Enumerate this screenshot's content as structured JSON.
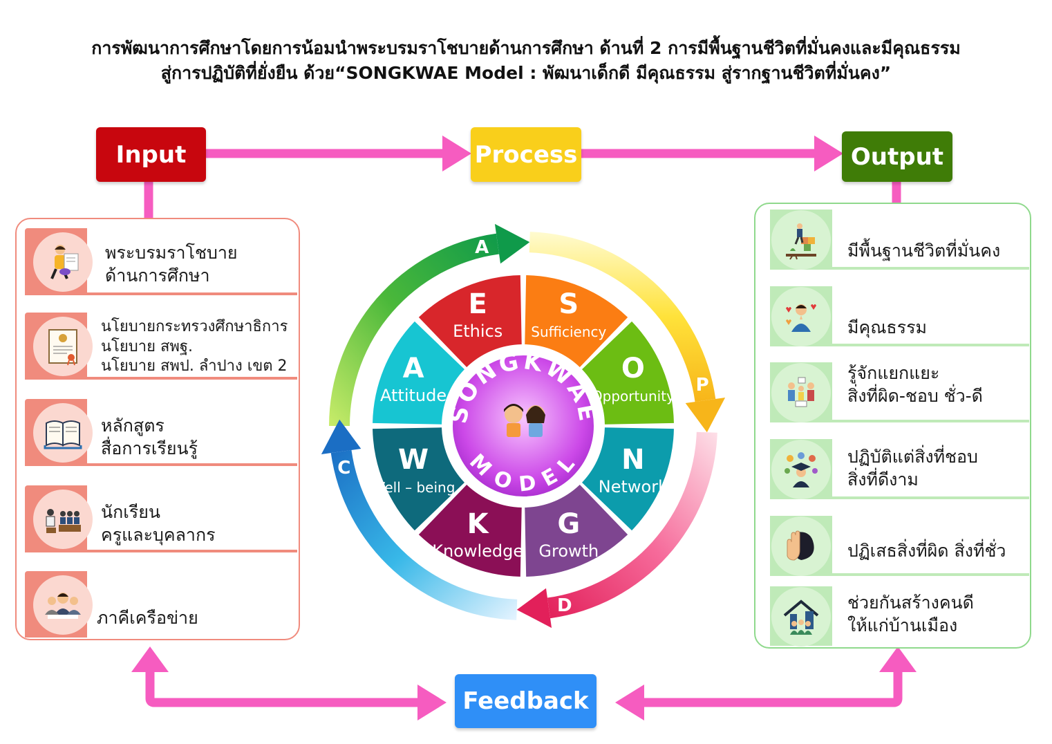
{
  "title": {
    "line1": "การพัฒนาการศึกษาโดยการน้อมนำพระบรมราโชบายด้านการศึกษา ด้านที่ 2 การมีพื้นฐานชีวิตที่มั่นคงและมีคุณธรรม",
    "line2": "สู่การปฏิบัติที่ยั่งยืน ด้วย“SONGKWAE Model : พัฒนาเด็กดี มีคุณธรรม สู่รากฐานชีวิตที่มั่นคง”"
  },
  "stages": {
    "input": "Input",
    "process": "Process",
    "output": "Output",
    "feedback": "Feedback"
  },
  "colors": {
    "input": "#c8060e",
    "process": "#f9cf1b",
    "output": "#3f7c07",
    "feedback": "#2f8ff7",
    "arrow": "#f65cc0",
    "input_panel": "#f08b7d",
    "output_panel": "#8fd98c"
  },
  "inputs": [
    {
      "lines": [
        "พระบรมราโชบาย",
        "ด้านการศึกษา"
      ],
      "icon": "teacher-reading-icon"
    },
    {
      "lines": [
        "นโยบายกระทรวงศึกษาธิการ",
        "นโยบาย สพฐ.",
        "นโยบาย สพป. ลำปาง เขต 2"
      ],
      "icon": "certificate-icon"
    },
    {
      "lines": [
        "หลักสูตร",
        "สื่อการเรียนรู้"
      ],
      "icon": "open-book-icon"
    },
    {
      "lines": [
        "นักเรียน",
        "ครูและบุคลากร"
      ],
      "icon": "students-icon"
    },
    {
      "lines": [
        "ภาคีเครือข่าย"
      ],
      "icon": "partners-icon"
    }
  ],
  "outputs": [
    {
      "lines": [
        "มีพื้นฐานชีวิตที่มั่นคง"
      ],
      "icon": "climbing-person-icon"
    },
    {
      "lines": [
        "มีคุณธรรม"
      ],
      "icon": "praying-person-hearts-icon"
    },
    {
      "lines": [
        "รู้จักแยกแยะ",
        "สิ่งที่ผิด-ชอบ ชั่ว-ดี"
      ],
      "icon": "discussion-icon"
    },
    {
      "lines": [
        "ปฏิบัติแต่สิ่งที่ชอบ",
        "สิ่งที่ดีงาม"
      ],
      "icon": "graduate-icon"
    },
    {
      "lines": [
        "ปฏิเสธสิ่งที่ผิด สิ่งที่ชั่ว"
      ],
      "icon": "stop-hand-icon"
    },
    {
      "lines": [
        "ช่วยกันสร้างคนดี",
        "ให้แก่บ้านเมือง"
      ],
      "icon": "community-house-icon"
    }
  ],
  "wheel": {
    "center_top": "SONGKWAE",
    "center_bottom": "MODEL",
    "segments": [
      {
        "letter": "S",
        "word": "Sufficiency",
        "color": "#fb7d13"
      },
      {
        "letter": "O",
        "word": "Opportunity",
        "color": "#6cbd13"
      },
      {
        "letter": "N",
        "word": "Network",
        "color": "#0c9cac"
      },
      {
        "letter": "G",
        "word": "Growth",
        "color": "#7e4590"
      },
      {
        "letter": "K",
        "word": "Knowledge",
        "color": "#8b0f56"
      },
      {
        "letter": "W",
        "word": "Well – being",
        "color": "#0e6a7c"
      },
      {
        "letter": "A",
        "word": "Attitude",
        "color": "#17c5d2"
      },
      {
        "letter": "E",
        "word": "Ethics",
        "color": "#d8262b"
      }
    ],
    "cycle_labels": [
      "A",
      "P",
      "D",
      "C"
    ]
  }
}
